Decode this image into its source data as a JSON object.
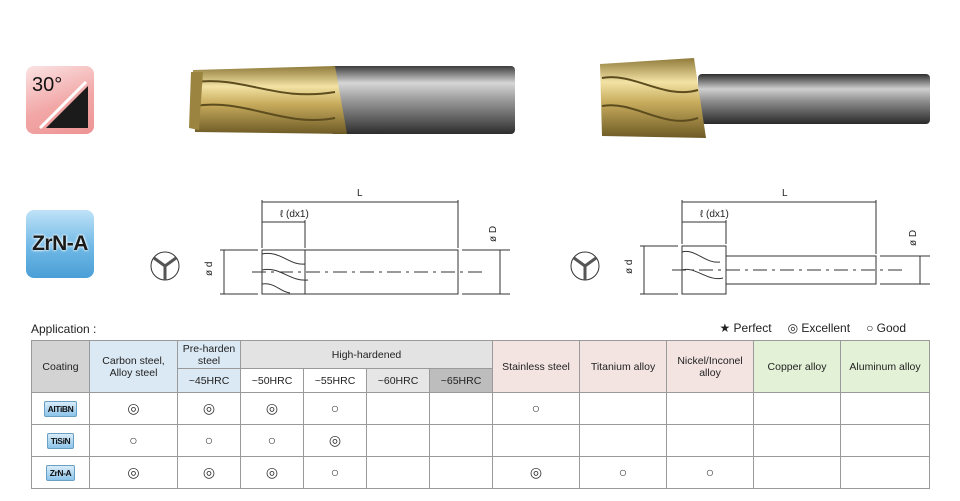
{
  "badges": {
    "angle": "30°",
    "coating": "ZrN-A"
  },
  "drawing": {
    "L": "L",
    "l_label": "ℓ (dx1)",
    "d": "ø d",
    "D": "ø D"
  },
  "application": {
    "label": "Application :",
    "legend": {
      "perfect": "★ Perfect",
      "excellent": "◎ Excellent",
      "good": "○ Good"
    },
    "headers": {
      "coating": "Coating",
      "carbon": "Carbon steel, Alloy steel",
      "pre": "Pre-harden steel",
      "pre_sub": "~45HRC",
      "high": "High-hardened",
      "h50": "~50HRC",
      "h55": "~55HRC",
      "h60": "~60HRC",
      "h65": "~65HRC",
      "stainless": "Stainless steel",
      "titanium": "Titanium alloy",
      "nickel": "Nickel/Inconel alloy",
      "copper": "Copper alloy",
      "aluminum": "Aluminum alloy"
    },
    "rows": [
      {
        "coating": "AlTiBN",
        "cells": [
          "◎",
          "◎",
          "◎",
          "○",
          "",
          "",
          "○",
          "",
          "",
          "",
          ""
        ]
      },
      {
        "coating": "TiSiN",
        "cells": [
          "○",
          "○",
          "○",
          "◎",
          "",
          "",
          "",
          "",
          "",
          "",
          ""
        ]
      },
      {
        "coating": "ZrN-A",
        "cells": [
          "◎",
          "◎",
          "◎",
          "○",
          "",
          "",
          "◎",
          "○",
          "○",
          "",
          ""
        ]
      }
    ]
  }
}
